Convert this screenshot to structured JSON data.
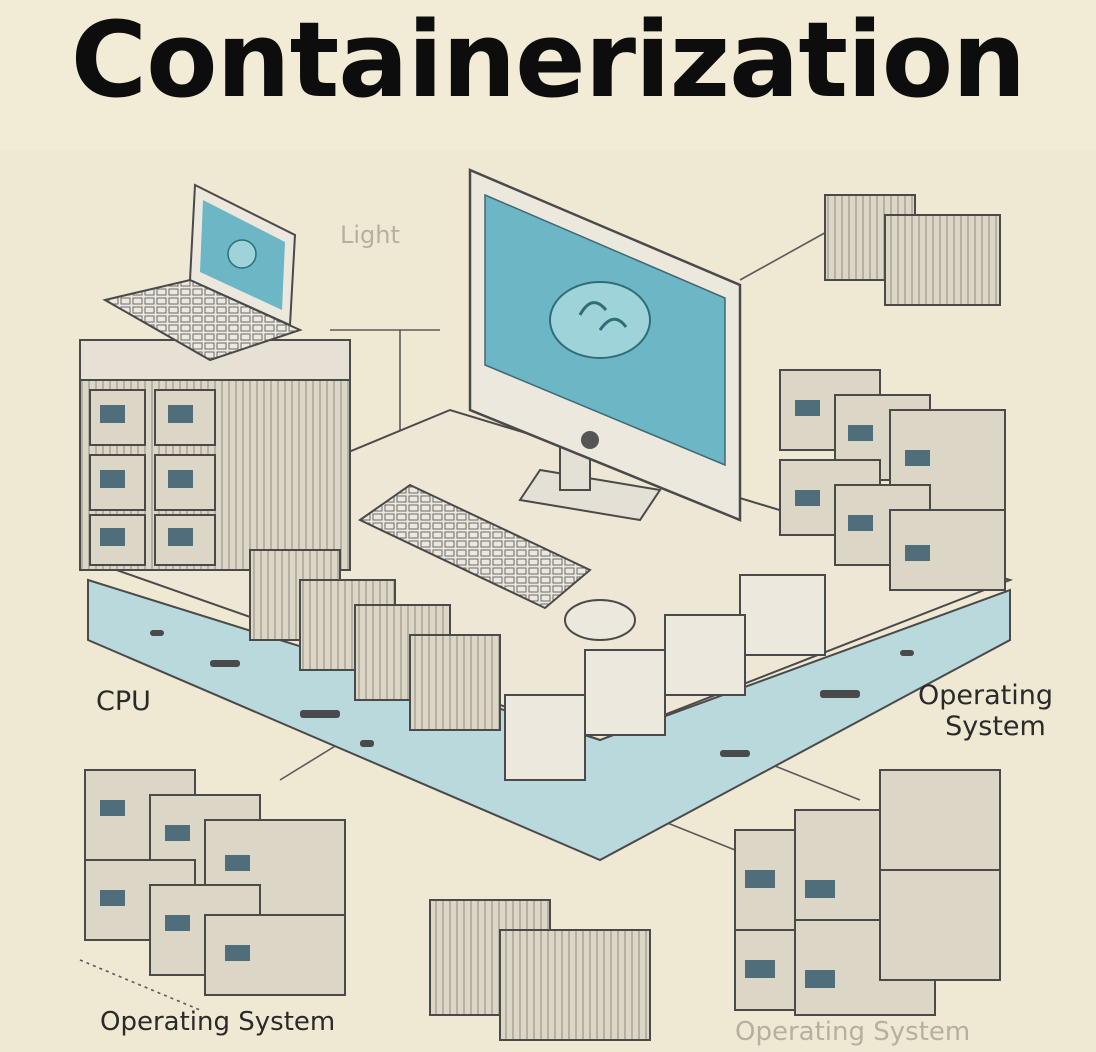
{
  "title": "Containerization",
  "labels": {
    "light": "Light",
    "cpu": "CPU",
    "operating_system_right_line1": "Operating",
    "operating_system_right_line2": "System",
    "operating_system_bottom_left": "Operating System",
    "operating_system_bottom_right": "Operating System"
  },
  "colors": {
    "background": "#efe8d3",
    "screen": "#6db6c5",
    "platform_edge": "#b9d9dd",
    "container": "#dcd6c7",
    "outline": "#4a4a4a"
  },
  "icons": [
    "laptop-icon",
    "monitor-icon",
    "keyboard-icon",
    "mouse-icon",
    "container-stack-icon",
    "cloud-logo-icon"
  ]
}
